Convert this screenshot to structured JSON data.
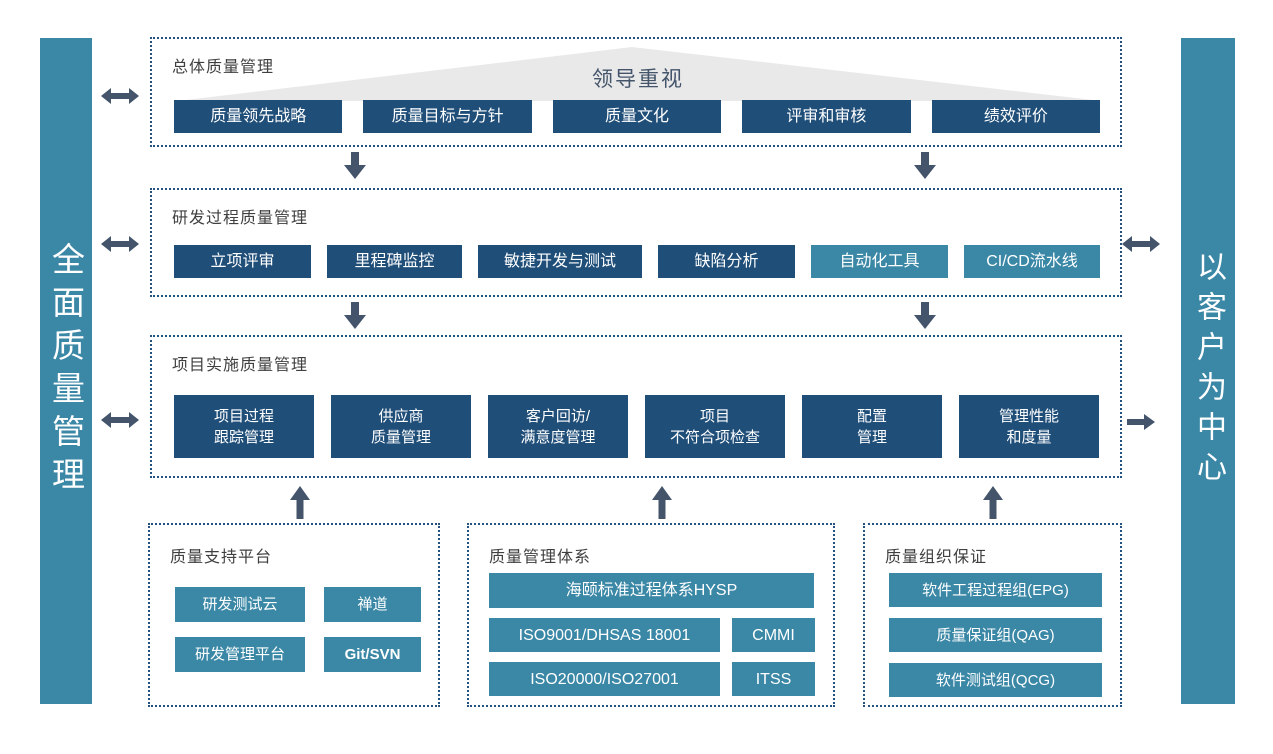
{
  "colors": {
    "dark-blue": "#1f4e79",
    "teal": "#3a87a6",
    "arrow": "#44546a",
    "border": "#24517e",
    "triangle": "#e9e9e9",
    "banner-text": "#44546a",
    "label": "#3f3f3f"
  },
  "left_bar": {
    "text": "全面质量管理"
  },
  "right_bar": {
    "text": "以客户为中心"
  },
  "overall": {
    "title": "总体质量管理",
    "banner": "领导重视",
    "items": [
      "质量领先战略",
      "质量目标与方针",
      "质量文化",
      "评审和审核",
      "绩效评价"
    ]
  },
  "rnd": {
    "title": "研发过程质量管理",
    "items": [
      "立项评审",
      "里程碑监控",
      "敏捷开发与测试",
      "缺陷分析",
      "自动化工具",
      "CI/CD流水线"
    ]
  },
  "project": {
    "title": "项目实施质量管理",
    "items": [
      {
        "line1": "项目过程",
        "line2": "跟踪管理"
      },
      {
        "line1": "供应商",
        "line2": "质量管理"
      },
      {
        "line1": "客户回访/",
        "line2": "满意度管理"
      },
      {
        "line1": "项目",
        "line2": "不符合项检查"
      },
      {
        "line1": "配置",
        "line2": "管理"
      },
      {
        "line1": "管理性能",
        "line2": "和度量"
      }
    ]
  },
  "platform": {
    "title": "质量支持平台",
    "items": [
      "研发测试云",
      "禅道",
      "研发管理平台",
      "Git/SVN"
    ]
  },
  "system": {
    "title": "质量管理体系",
    "wide": "海颐标准过程体系HYSP",
    "left_items": [
      "ISO9001/DHSAS 18001",
      "ISO20000/ISO27001"
    ],
    "right_items": [
      "CMMI",
      "ITSS"
    ]
  },
  "org": {
    "title": "质量组织保证",
    "items": [
      "软件工程过程组(EPG)",
      "质量保证组(QAG)",
      "软件测试组(QCG)"
    ]
  }
}
